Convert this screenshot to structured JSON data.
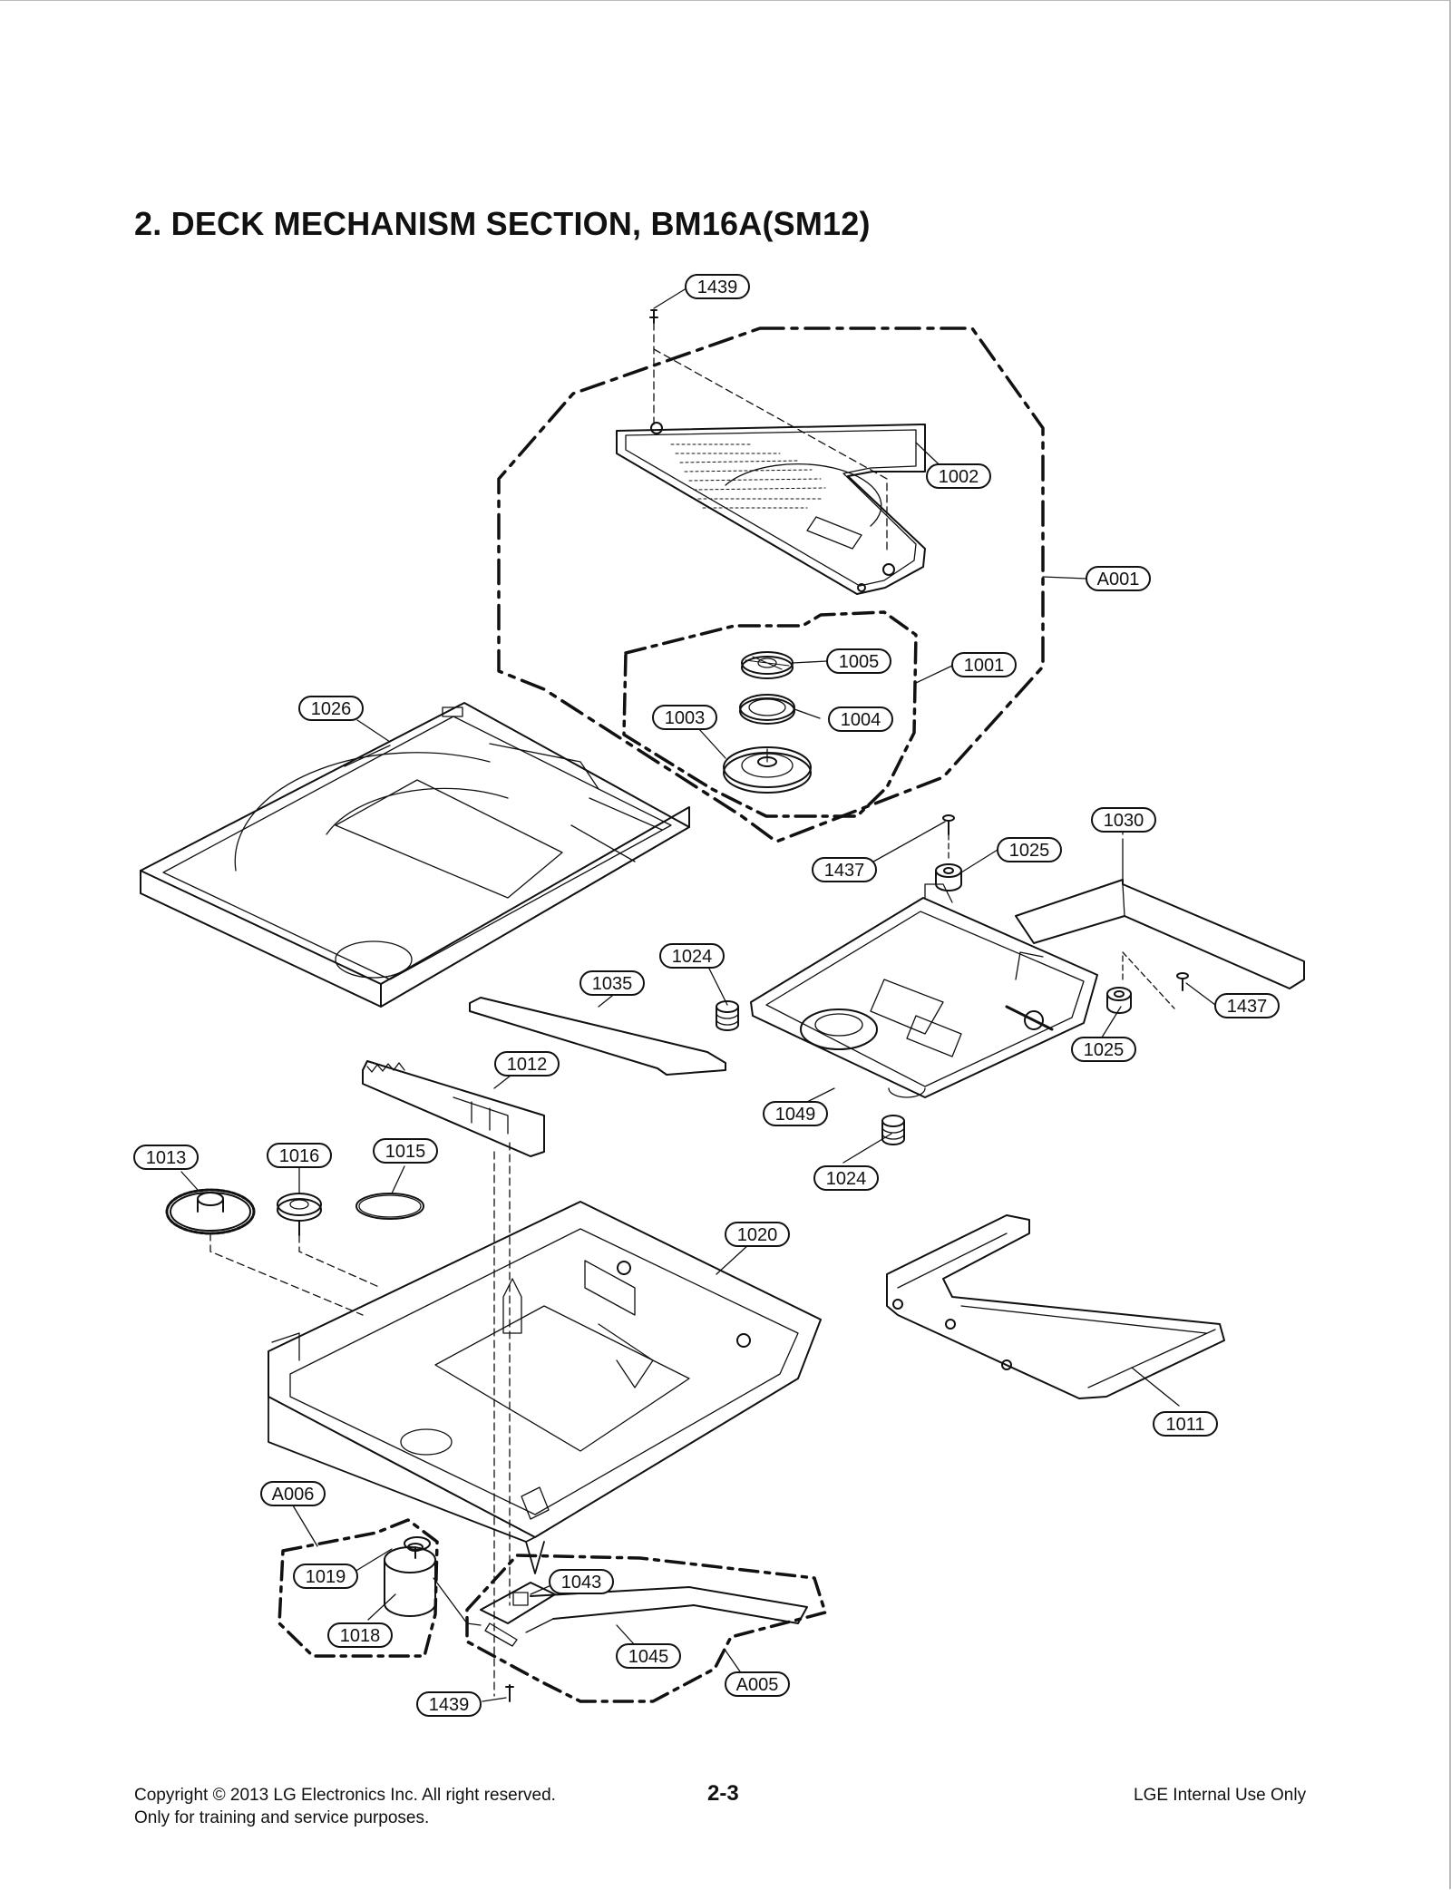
{
  "title": "2. DECK MECHANISM SECTION, BM16A(SM12)",
  "parts": [
    {
      "id": "1439-top",
      "label": "1439"
    },
    {
      "id": "1002",
      "label": "1002"
    },
    {
      "id": "A001",
      "label": "A001"
    },
    {
      "id": "1005",
      "label": "1005"
    },
    {
      "id": "1001",
      "label": "1001"
    },
    {
      "id": "1003",
      "label": "1003"
    },
    {
      "id": "1004",
      "label": "1004"
    },
    {
      "id": "1026",
      "label": "1026"
    },
    {
      "id": "1030",
      "label": "1030"
    },
    {
      "id": "1025-top",
      "label": "1025"
    },
    {
      "id": "1437-left",
      "label": "1437"
    },
    {
      "id": "1024-top",
      "label": "1024"
    },
    {
      "id": "1035",
      "label": "1035"
    },
    {
      "id": "1437-right",
      "label": "1437"
    },
    {
      "id": "1025-bottom",
      "label": "1025"
    },
    {
      "id": "1012",
      "label": "1012"
    },
    {
      "id": "1049",
      "label": "1049"
    },
    {
      "id": "1013",
      "label": "1013"
    },
    {
      "id": "1016",
      "label": "1016"
    },
    {
      "id": "1015",
      "label": "1015"
    },
    {
      "id": "1024-bottom",
      "label": "1024"
    },
    {
      "id": "1020",
      "label": "1020"
    },
    {
      "id": "1011",
      "label": "1011"
    },
    {
      "id": "A006",
      "label": "A006"
    },
    {
      "id": "1019",
      "label": "1019"
    },
    {
      "id": "1043",
      "label": "1043"
    },
    {
      "id": "1018",
      "label": "1018"
    },
    {
      "id": "1045",
      "label": "1045"
    },
    {
      "id": "A005",
      "label": "A005"
    },
    {
      "id": "1439-bottom",
      "label": "1439"
    }
  ],
  "footer": {
    "copyright": "Copyright © 2013 LG Electronics Inc. All right reserved.",
    "purpose": "Only for training and service purposes.",
    "page": "2-3",
    "notice": "LGE Internal Use Only"
  }
}
